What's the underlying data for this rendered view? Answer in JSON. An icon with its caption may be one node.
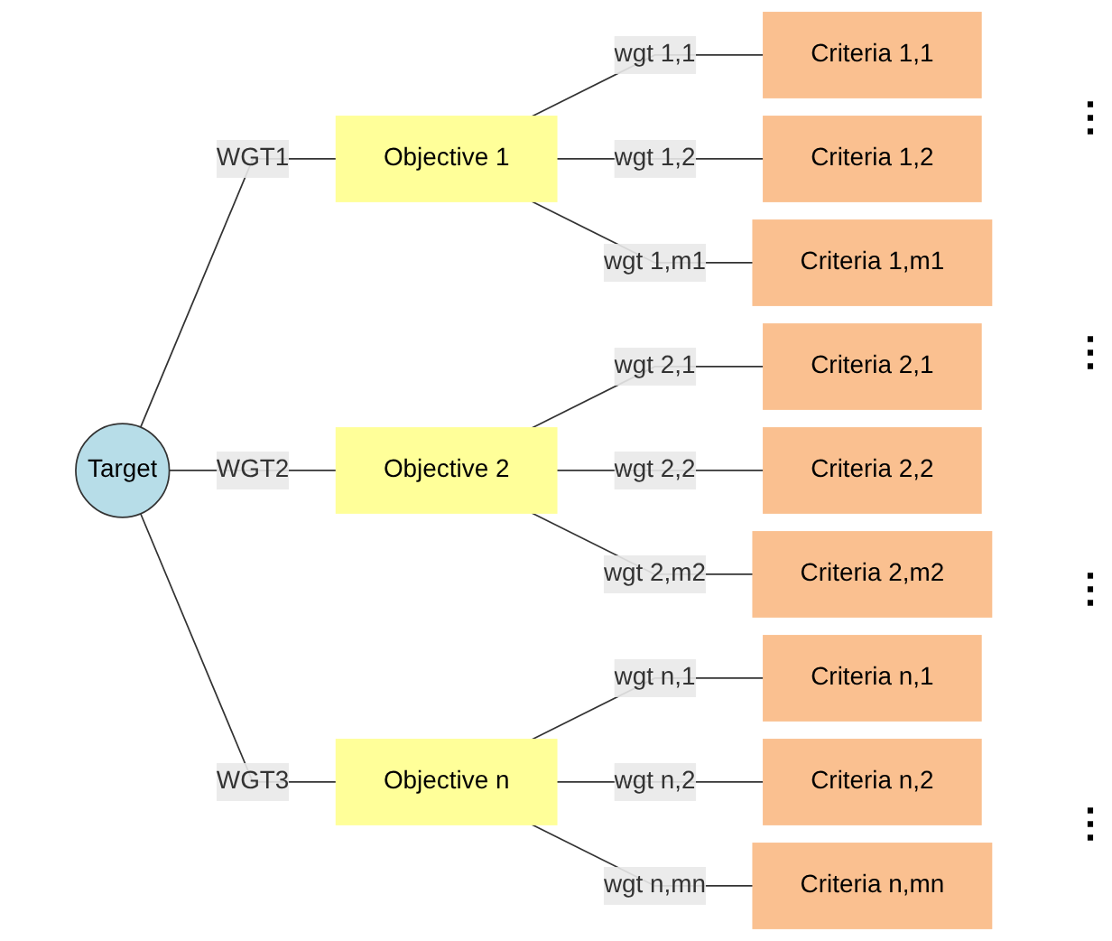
{
  "diagram": {
    "nodes": [
      {
        "text": [
          "Target"
        ]
      },
      {
        "text": [
          "Objective 1"
        ]
      },
      {
        "text": [
          "Criteria 1,1"
        ]
      },
      {
        "text": [
          "Criteria 1,2"
        ]
      },
      {
        "text": [
          "Criteria 1,m1"
        ]
      },
      {
        "text": [
          "Objective 2"
        ]
      },
      {
        "text": [
          "Criteria 2,1"
        ]
      },
      {
        "text": [
          "Criteria 2,2"
        ]
      },
      {
        "text": [
          "Criteria 2,m2"
        ]
      },
      {
        "text": [
          "Objective n"
        ]
      },
      {
        "text": [
          "Criteria n,1"
        ]
      },
      {
        "text": [
          "Criteria n,2"
        ]
      },
      {
        "text": [
          "Criteria n,mn"
        ]
      }
    ],
    "edges": [
      {
        "from": 0,
        "to": 1,
        "arrow": "none",
        "label": "WGT1"
      },
      {
        "from": 0,
        "to": 5,
        "arrow": "none",
        "label": "WGT2"
      },
      {
        "from": 0,
        "to": 9,
        "arrow": "none",
        "label": "WGT3"
      },
      {
        "from": 1,
        "to": 2,
        "arrow": "none",
        "label": "wgt 1,1"
      },
      {
        "from": 1,
        "to": 3,
        "arrow": "none",
        "label": "wgt 1,2"
      },
      {
        "from": 1,
        "to": 4,
        "arrow": "none",
        "label": "wgt 1,m1"
      },
      {
        "from": 5,
        "to": 6,
        "arrow": "none",
        "label": "wgt 2,1"
      },
      {
        "from": 5,
        "to": 7,
        "arrow": "none",
        "label": "wgt 2,2"
      },
      {
        "from": 5,
        "to": 8,
        "arrow": "none",
        "label": "wgt 2,m2"
      },
      {
        "from": 9,
        "to": 10,
        "arrow": "none",
        "label": "wgt n,1"
      },
      {
        "from": 9,
        "to": 11,
        "arrow": "none",
        "label": "wgt n,2"
      },
      {
        "from": 9,
        "to": 12,
        "arrow": "none",
        "label": "wgt n,mn"
      }
    ],
    "labels": [
      "⋮",
      "⋮",
      "⋮",
      "⋮"
    ]
  }
}
